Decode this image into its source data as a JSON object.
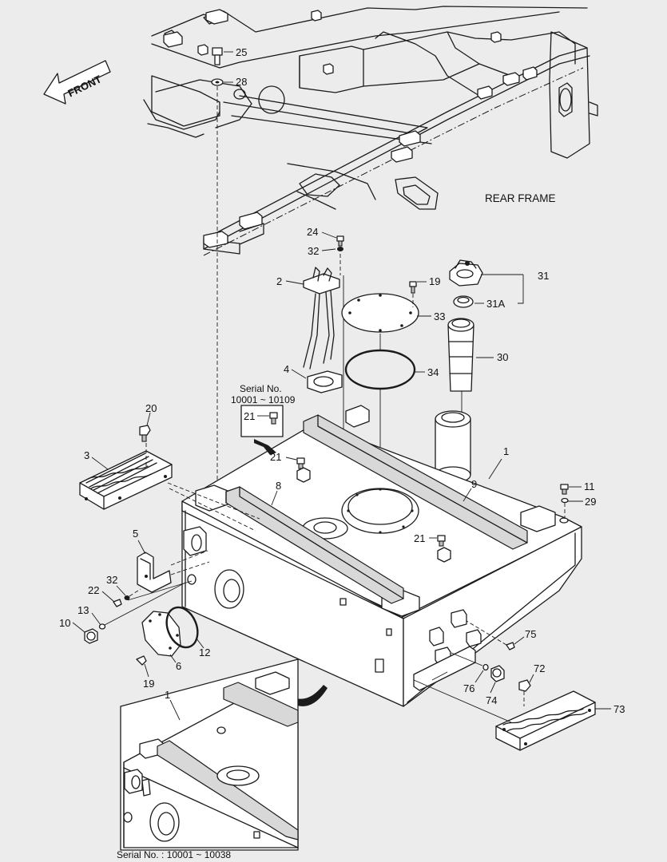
{
  "front_label": "FRONT",
  "rear_frame_label": "REAR FRAME",
  "serial_box": {
    "line1": "Serial No.",
    "line2": "10001 ~ 10109",
    "part": "21"
  },
  "inset_caption": "Serial No. : 10001 ~ 10038",
  "parts": {
    "p1": "1",
    "p1_inset": "1",
    "p2": "2",
    "p3": "3",
    "p4": "4",
    "p5": "5",
    "p6": "6",
    "p8": "8",
    "p9": "9",
    "p10": "10",
    "p11": "11",
    "p12": "12",
    "p13": "13",
    "p19a": "19",
    "p19b": "19",
    "p20": "20",
    "p21a": "21",
    "p21b": "21",
    "p22": "22",
    "p24": "24",
    "p25": "25",
    "p28": "28",
    "p29": "29",
    "p30": "30",
    "p31": "31",
    "p31a": "31A",
    "p32a": "32",
    "p32b": "32",
    "p33": "33",
    "p34": "34",
    "p72": "72",
    "p73": "73",
    "p74": "74",
    "p75": "75",
    "p76": "76"
  }
}
